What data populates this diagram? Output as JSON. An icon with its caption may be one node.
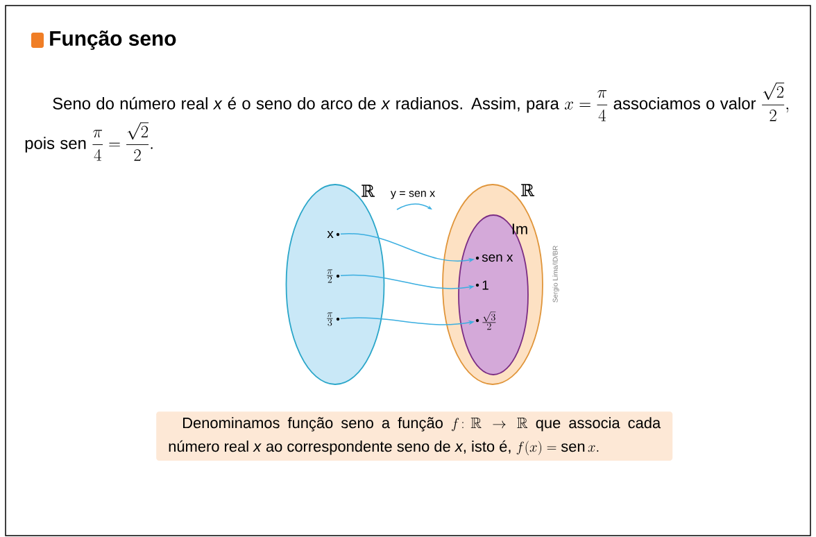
{
  "diagram": {
    "title": "Função seno",
    "nodes": [
      {
        "text": [
          "ℝ"
        ]
      },
      {
        "text": [
          "x"
        ],
        "in": 0
      },
      {
        "text": [
          "\\frac{\\pi}{2}"
        ],
        "in": 0
      },
      {
        "text": [
          "\\frac{\\pi}{3}"
        ],
        "in": 0
      },
      {
        "text": [
          "ℝ"
        ]
      },
      {
        "text": [
          "Im"
        ],
        "in": 4
      },
      {
        "text": [
          "sen x"
        ],
        "in": 5
      },
      {
        "text": [
          "1"
        ],
        "in": 5
      },
      {
        "text": [
          "\\frac{\\sqrt{3}}{2}"
        ],
        "in": 5
      },
      {
        "text": [
          "Denominamos função seno a função",
          "f\\colon \\mathbb{R}\\rightarrow\\mathbb{R}",
          "que associa cada número real *x* ao correspondente seno de *x*, isto é,",
          "f(x) = \\mathrm{sen}\\, x."
        ]
      }
    ],
    "edges": [
      {
        "from": 1,
        "to": 6,
        "arrow": "to"
      },
      {
        "from": 2,
        "to": 7,
        "arrow": "to"
      },
      {
        "from": 3,
        "to": 8,
        "arrow": "to"
      }
    ],
    "labels": [
      "Seno do número real *x* é o seno do arco de *x* radianos. Assim, para",
      "x = \\dfrac{\\pi}{4}",
      "associamos o valor",
      "\\dfrac{\\sqrt{2}}{2},",
      "pois sen",
      "\\dfrac{\\pi}{4} = \\dfrac{\\sqrt{2}}{2}.",
      "y = sen x",
      "Sergio Lima/ID/BR"
    ]
  }
}
